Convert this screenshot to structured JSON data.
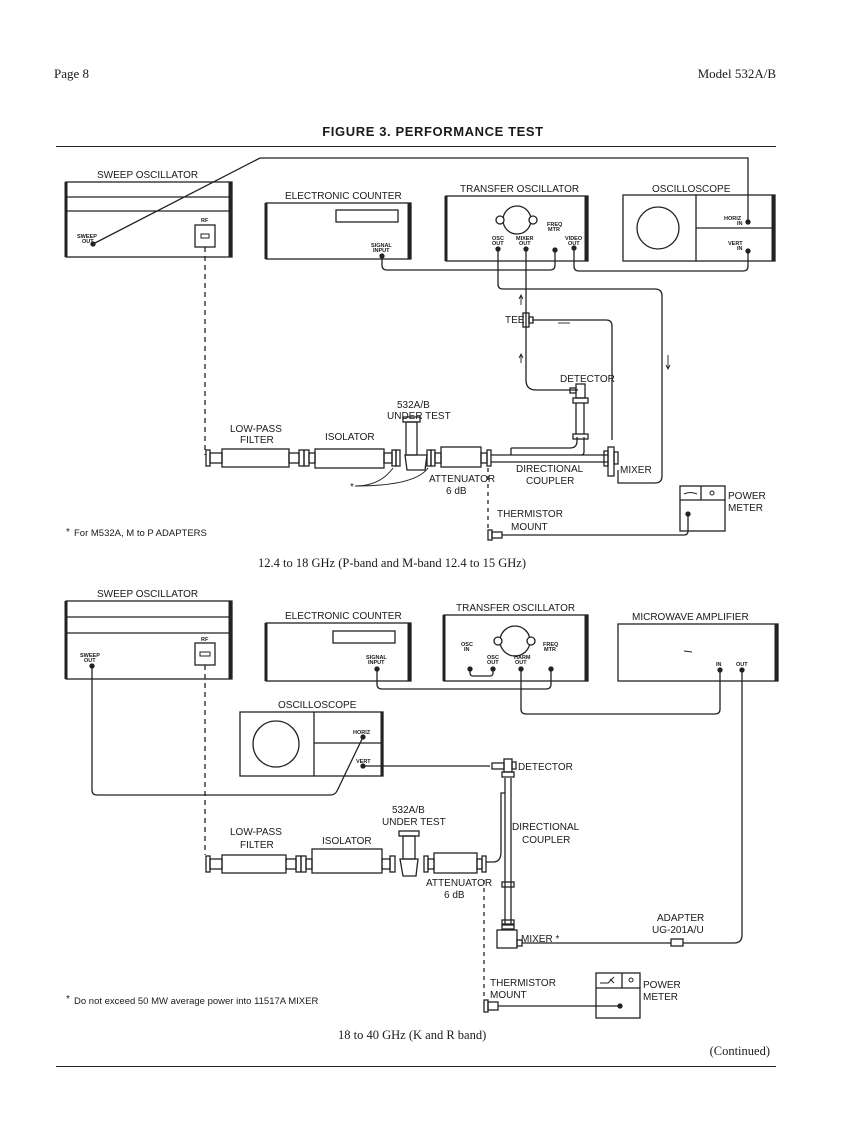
{
  "header": {
    "page": "Page 8",
    "model": "Model 532A/B"
  },
  "figure_title": "FIGURE 3. PERFORMANCE TEST",
  "continued": "(Continued)",
  "diagram1": {
    "caption": "12.4 to 18 GHz (P-band and M-band 12.4 to 15 GHz)",
    "footnote_mark": "*",
    "footnote": "For M532A, M to P ADAPTERS",
    "instruments": {
      "sweep_oscillator": {
        "title": "SWEEP OSCILLATOR",
        "port_sweep_out": [
          "SWEEP",
          "OUT"
        ],
        "port_rf": "RF"
      },
      "electronic_counter": {
        "title": "ELECTRONIC COUNTER",
        "port_signal_input": [
          "SIGNAL",
          "INPUT"
        ]
      },
      "transfer_oscillator": {
        "title": "TRANSFER OSCILLATOR",
        "port_osc_out": [
          "OSC",
          "OUT"
        ],
        "port_mixer_out": [
          "MIXER",
          "OUT"
        ],
        "port_freq_mtr": [
          "FREQ",
          "MTR"
        ],
        "port_video_out": [
          "VIDEO",
          "OUT"
        ]
      },
      "oscilloscope": {
        "title": "OSCILLOSCOPE",
        "port_horiz_in": [
          "HORIZ",
          "IN"
        ],
        "port_vert_in": [
          "VERT",
          "IN"
        ]
      },
      "power_meter": {
        "title": [
          "POWER",
          "METER"
        ]
      }
    },
    "components": {
      "low_pass_filter": [
        "LOW-PASS",
        "FILTER"
      ],
      "isolator": "ISOLATOR",
      "dut": [
        "532A/B",
        "UNDER TEST"
      ],
      "attenuator": [
        "ATTENUATOR",
        "6 dB"
      ],
      "directional_coupler": [
        "DIRECTIONAL",
        "COUPLER"
      ],
      "mixer": "MIXER",
      "detector": "DETECTOR",
      "tee": "TEE",
      "thermistor_mount": [
        "THERMISTOR",
        "MOUNT"
      ],
      "asterisk": "*"
    }
  },
  "diagram2": {
    "caption": "18 to 40 GHz (K and R band)",
    "footnote_mark": "*",
    "footnote": "Do not exceed 50 MW average power into 11517A MIXER",
    "instruments": {
      "sweep_oscillator": {
        "title": "SWEEP OSCILLATOR",
        "port_sweep_out": [
          "SWEEP",
          "OUT"
        ],
        "port_rf": "RF"
      },
      "electronic_counter": {
        "title": "ELECTRONIC COUNTER",
        "port_signal_input": [
          "SIGNAL",
          "INPUT"
        ]
      },
      "transfer_oscillator": {
        "title": "TRANSFER OSCILLATOR",
        "port_osc_in": [
          "OSC",
          "IN"
        ],
        "port_osc_out": [
          "OSC",
          "OUT"
        ],
        "port_harm_out": [
          "HARM",
          "OUT"
        ],
        "port_freq_mtr": [
          "FREQ",
          "MTR"
        ]
      },
      "microwave_amplifier": {
        "title": "MICROWAVE AMPLIFIER",
        "port_in": "IN",
        "port_out": "OUT"
      },
      "oscilloscope": {
        "title": "OSCILLOSCOPE",
        "port_horiz": "HORIZ",
        "port_vert": "VERT"
      },
      "power_meter": {
        "title": [
          "POWER",
          "METER"
        ]
      }
    },
    "components": {
      "low_pass_filter": [
        "LOW-PASS",
        "FILTER"
      ],
      "isolator": "ISOLATOR",
      "dut": [
        "532A/B",
        "UNDER TEST"
      ],
      "attenuator": [
        "ATTENUATOR",
        "6 dB"
      ],
      "directional_coupler": [
        "DIRECTIONAL",
        "COUPLER"
      ],
      "detector": "DETECTOR",
      "mixer": "MIXER *",
      "adapter": [
        "ADAPTER",
        "UG-201A/U"
      ],
      "thermistor_mount": [
        "THERMISTOR",
        "MOUNT"
      ]
    }
  }
}
